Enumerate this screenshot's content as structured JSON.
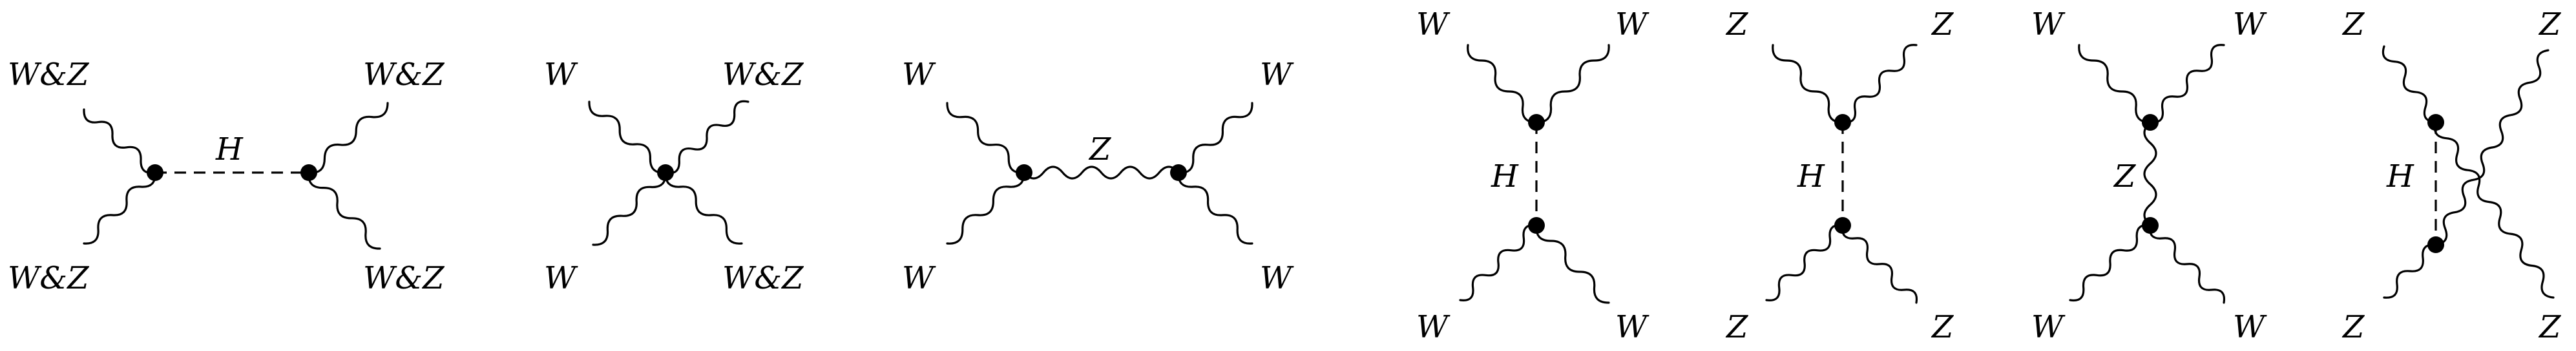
{
  "diagrams": [
    {
      "name": "s-channel-higgs",
      "propagator": "H",
      "externals": [
        "W&Z",
        "W&Z",
        "W&Z",
        "W&Z"
      ]
    },
    {
      "name": "contact",
      "propagator": "",
      "externals": [
        "W",
        "W",
        "W&Z",
        "W&Z"
      ]
    },
    {
      "name": "s-channel-z",
      "propagator": "Z",
      "externals": [
        "W",
        "W",
        "W",
        "W"
      ]
    },
    {
      "name": "t-channel-higgs-ww",
      "propagator": "H",
      "externals": [
        "W",
        "W",
        "W",
        "W"
      ]
    },
    {
      "name": "t-channel-higgs-zz",
      "propagator": "H",
      "externals": [
        "Z",
        "Z",
        "Z",
        "Z"
      ]
    },
    {
      "name": "t-channel-z",
      "propagator": "Z",
      "externals": [
        "W",
        "W",
        "W",
        "W"
      ]
    },
    {
      "name": "u-channel-higgs",
      "propagator": "H",
      "externals": [
        "Z",
        "Z",
        "Z",
        "Z"
      ]
    }
  ]
}
